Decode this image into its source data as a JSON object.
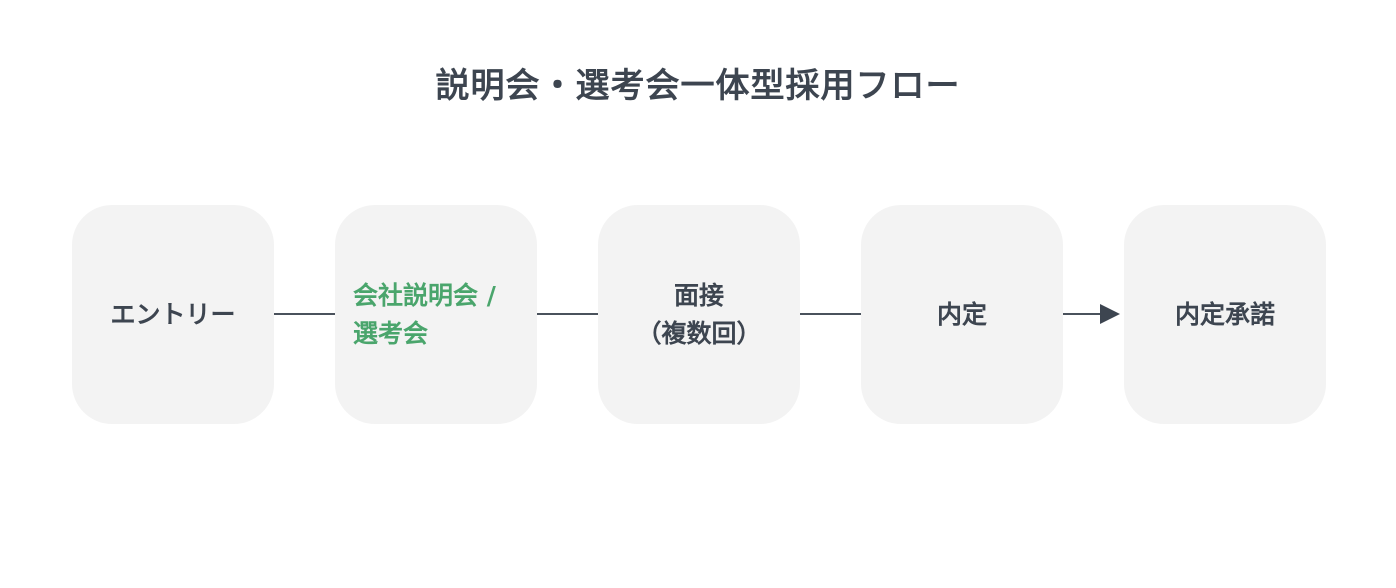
{
  "diagram": {
    "title": "説明会・選考会一体型採用フロー",
    "steps": [
      {
        "label": "エントリー",
        "highlight": false
      },
      {
        "label": "会社説明会 /\n選考会",
        "highlight": true
      },
      {
        "label": "面接\n（複数回）",
        "highlight": false
      },
      {
        "label": "内定",
        "highlight": false
      },
      {
        "label": "内定承諾",
        "highlight": false
      }
    ],
    "connectors": [
      {
        "from": "エントリー",
        "to": "会社説明会 / 選考会",
        "arrow": false
      },
      {
        "from": "会社説明会 / 選考会",
        "to": "面接（複数回）",
        "arrow": false
      },
      {
        "from": "面接（複数回）",
        "to": "内定",
        "arrow": false
      },
      {
        "from": "内定",
        "to": "内定承諾",
        "arrow": true
      }
    ],
    "colors": {
      "text": "#3d4550",
      "highlight": "#4aa56c",
      "box_fill": "#f3f3f3",
      "line": "#4a525c"
    }
  }
}
